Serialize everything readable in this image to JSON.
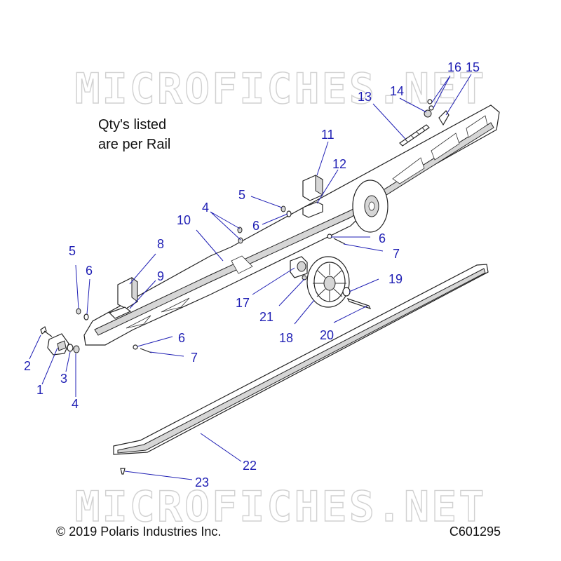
{
  "watermark": {
    "text": "MICROFICHES.NET"
  },
  "note": {
    "line1": "Qty's listed",
    "line2": "are per Rail"
  },
  "footer": {
    "copyright": "© 2019 Polaris Industries Inc.",
    "drawing_number": "C601295"
  },
  "callouts": [
    "1",
    "2",
    "3",
    "4",
    "4",
    "5",
    "5",
    "6",
    "6",
    "6",
    "6",
    "7",
    "7",
    "8",
    "9",
    "10",
    "11",
    "12",
    "13",
    "14",
    "15",
    "16",
    "17",
    "18",
    "19",
    "20",
    "21",
    "22",
    "23"
  ],
  "colors": {
    "callout": "#1f1fb4",
    "line_art": "#222222",
    "watermark": "#c9c9c9"
  }
}
